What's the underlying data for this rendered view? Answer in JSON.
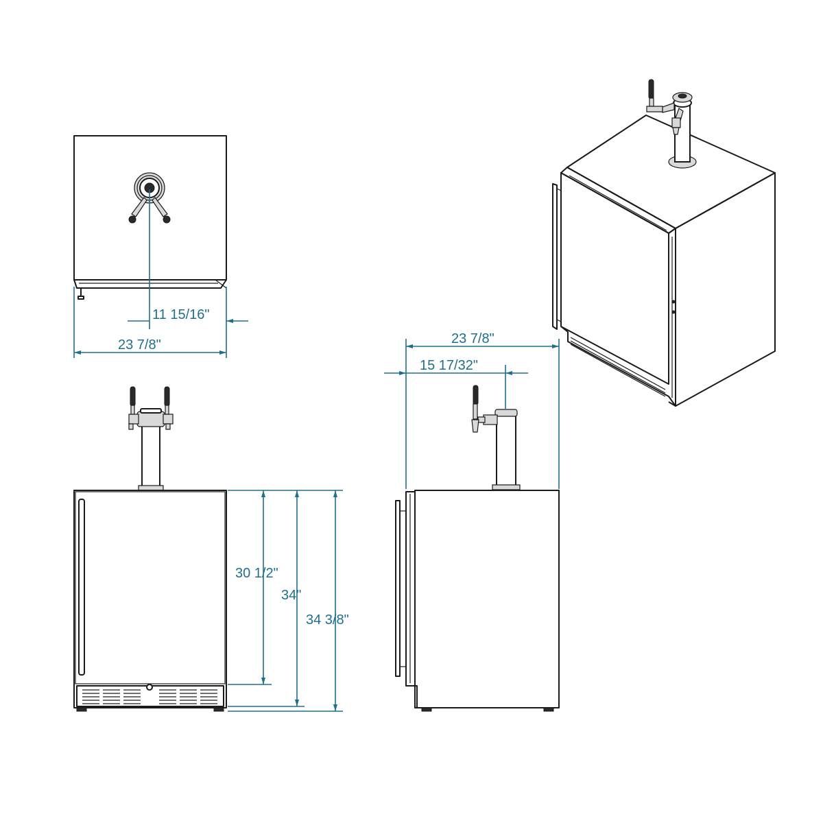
{
  "dimensions": {
    "top_view": {
      "center_offset": "11 15/16\"",
      "width": "23 7/8\""
    },
    "front_view": {
      "height_cabinet": "30 1/2\"",
      "height_overall": "34\"",
      "height_max": "34 3/8\""
    },
    "side_view": {
      "depth": "23 7/8\"",
      "tower_offset": "15 17/32\""
    }
  },
  "colors": {
    "dimension": "#1f6f8b",
    "line": "#1a1a1a"
  }
}
